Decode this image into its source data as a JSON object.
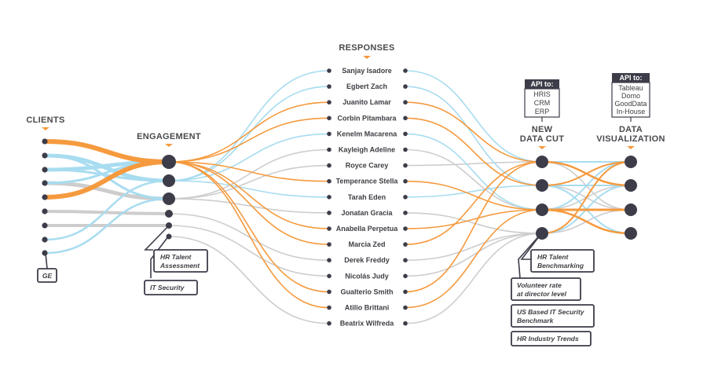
{
  "headers": {
    "clients": "CLIENTS",
    "engagement": "ENGAGEMENT",
    "responses": "RESPONSES",
    "new_data_cut": [
      "NEW",
      "DATA CUT"
    ],
    "data_visualization": [
      "DATA",
      "VISUALIZATION"
    ]
  },
  "responses": [
    "Sanjay Isadore",
    "Egbert Zach",
    "Juanito Lamar",
    "Corbin Pitambara",
    "Kenelm Macarena",
    "Kayleigh Adeline",
    "Royce Carey",
    "Temperance Stella",
    "Tarah Eden",
    "Jonatan Gracia",
    "Anabella Perpetua",
    "Marcia Zed",
    "Derek Freddy",
    "Nicolás Judy",
    "Gualterio Smith",
    "Atilio Brittani",
    "Beatrix Wilfreda"
  ],
  "tags": {
    "ge": "GE",
    "hr_talent_assessment": [
      "HR Talent",
      "Assessment"
    ],
    "it_security": "IT Security",
    "hr_talent_benchmarking": [
      "HR Talent",
      "Benchmarking"
    ],
    "volunteer_rate": [
      "Volunteer rate",
      "at director level"
    ],
    "us_it_security": [
      "US Based IT Security",
      "Benchmark"
    ],
    "hr_industry_trends": "HR Industry Trends"
  },
  "api_boxes": {
    "data_cut": {
      "title": "API to:",
      "items": [
        "HRIS",
        "CRM",
        "ERP"
      ]
    },
    "visualization": {
      "title": "API to:",
      "items": [
        "Tableau",
        "Domo",
        "GoodData",
        "In-House"
      ]
    }
  },
  "colors": {
    "orange": "#f59a3e",
    "blue": "#a8dcf0",
    "gray": "#cdcdcd",
    "node": "#3d3d4a",
    "text": "#3e3e44",
    "caret": "#f59a3e"
  }
}
